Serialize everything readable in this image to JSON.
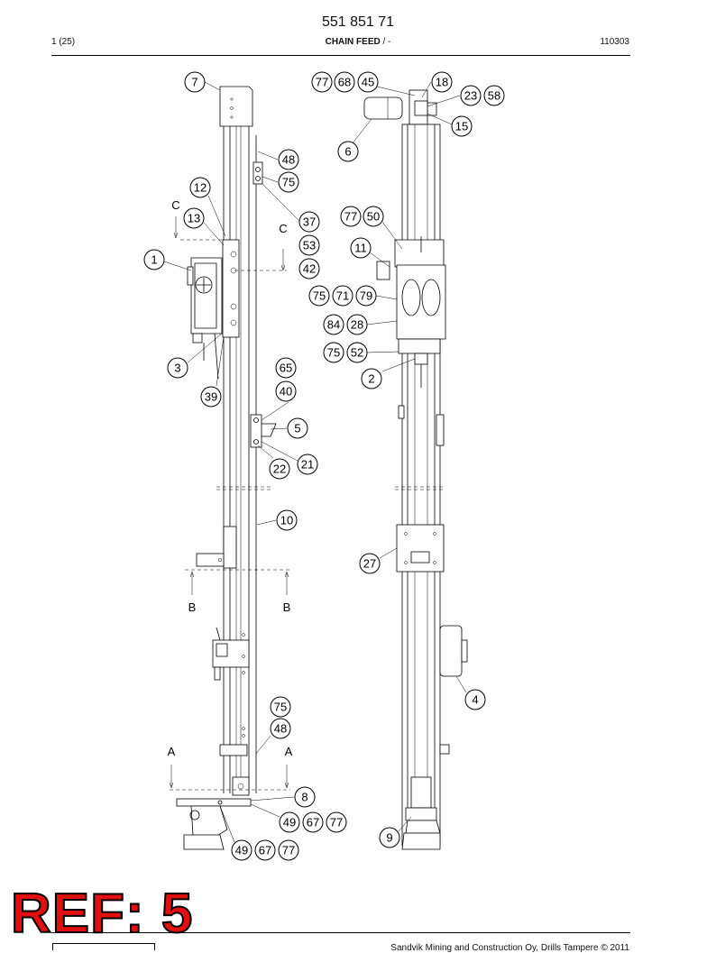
{
  "header": {
    "part_number": "551 851 71",
    "page": "1 (25)",
    "title": "CHAIN FEED",
    "title_suffix": " / -",
    "date": "110303"
  },
  "footer": {
    "copyright": "Sandvik Mining and Construction Oy, Drills Tampere © 2011"
  },
  "stamp": "REF: 5",
  "section_labels": [
    "C",
    "C",
    "B",
    "B",
    "A",
    "A"
  ],
  "callouts": [
    "7",
    "12",
    "13",
    "1",
    "3",
    "39",
    "48",
    "75",
    "37",
    "53",
    "42",
    "65",
    "40",
    "5",
    "21",
    "22",
    "10",
    "75",
    "48",
    "8",
    "49",
    "67",
    "77",
    "49",
    "67",
    "77",
    "77",
    "68",
    "45",
    "18",
    "23",
    "58",
    "15",
    "6",
    "77",
    "50",
    "11",
    "75",
    "71",
    "79",
    "84",
    "28",
    "75",
    "52",
    "2",
    "27",
    "4",
    "9"
  ]
}
